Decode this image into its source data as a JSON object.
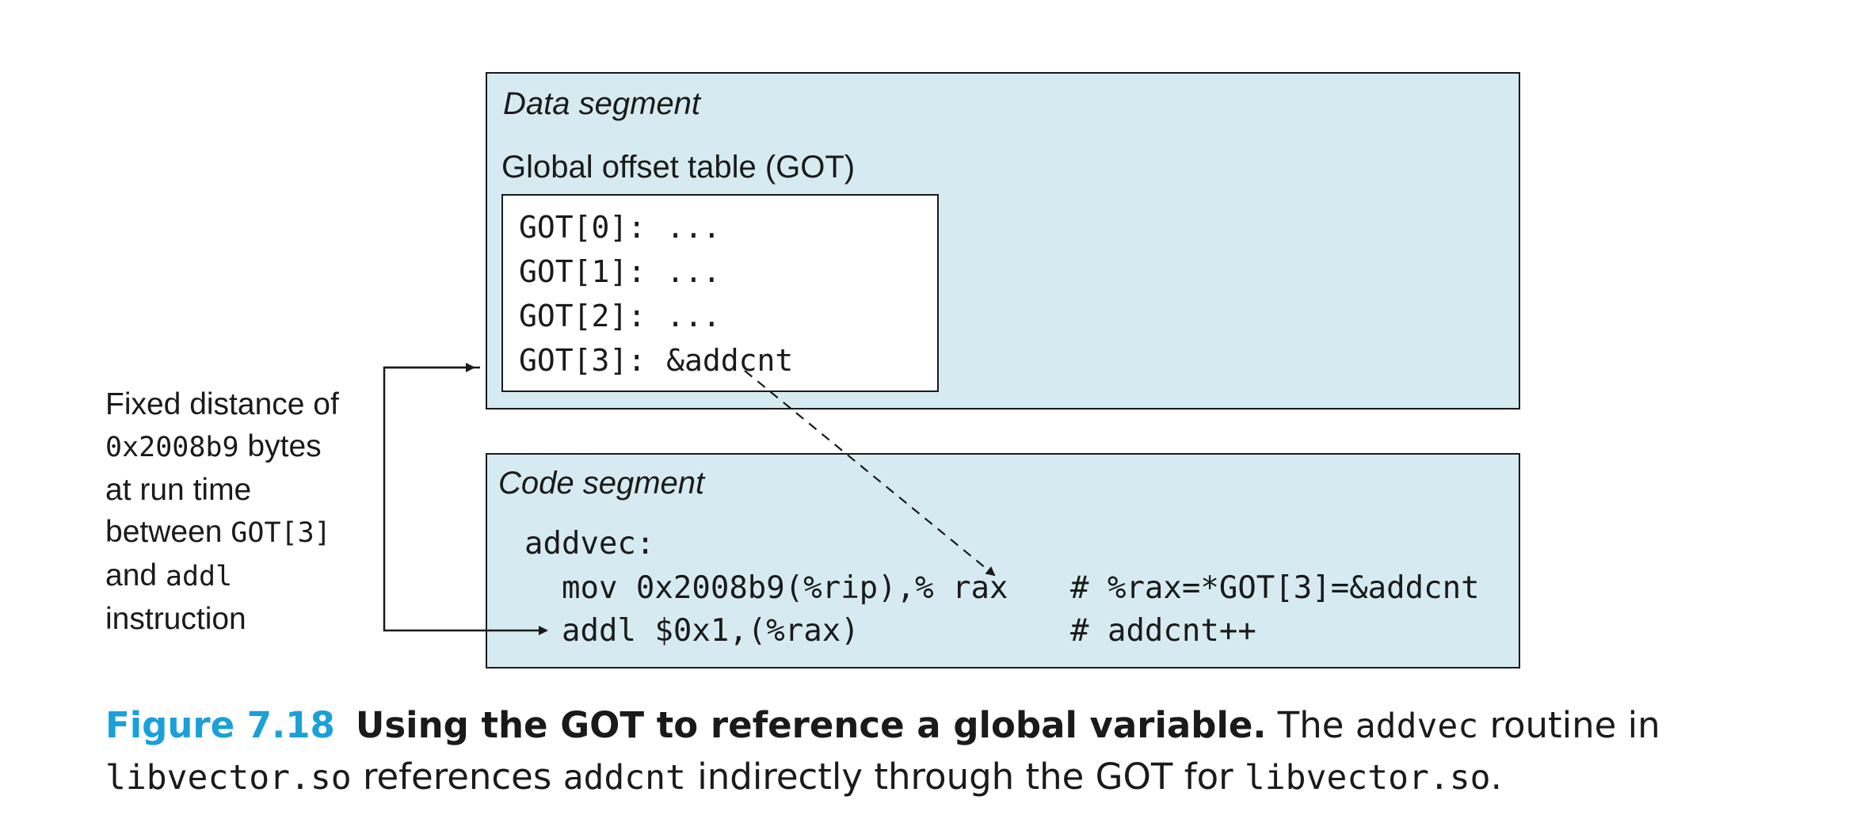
{
  "data_segment": {
    "title": "Data segment",
    "got_title": "Global offset table (GOT)",
    "got_entries": [
      {
        "label": "GOT[0]:",
        "value": "..."
      },
      {
        "label": "GOT[1]:",
        "value": "..."
      },
      {
        "label": "GOT[2]:",
        "value": "..."
      },
      {
        "label": "GOT[3]:",
        "value": "&addcnt"
      }
    ]
  },
  "code_segment": {
    "title": "Code segment",
    "routine": "addvec:",
    "instructions": [
      {
        "code": "mov 0x2008b9(%rip),% rax",
        "comment": "# %rax=*GOT[3]=&addcnt"
      },
      {
        "code": "addl $0x1,(%rax)",
        "comment": "# addcnt++"
      }
    ]
  },
  "side_note": {
    "line1": "Fixed distance of",
    "line2_mono": "0x2008b9",
    "line2_text": " bytes",
    "line3": "at run time",
    "line4_text": "between ",
    "line4_mono": "GOT[3]",
    "line5_text": "and ",
    "line5_mono": "addl",
    "line6": "instruction"
  },
  "caption": {
    "figure_number": "Figure 7.18",
    "title": "Using the GOT to reference a global variable.",
    "t1": " The ",
    "m1": "addvec",
    "t2": " routine in",
    "m2": "libvector.so",
    "t3": " references ",
    "m3": "addcnt",
    "t4": " indirectly through the GOT for ",
    "m4": "libvector.so",
    "t5": "."
  },
  "colors": {
    "segment_fill": "#d6ebf1",
    "figure_number": "#1ba0d8",
    "ink": "#1a1a1a"
  }
}
